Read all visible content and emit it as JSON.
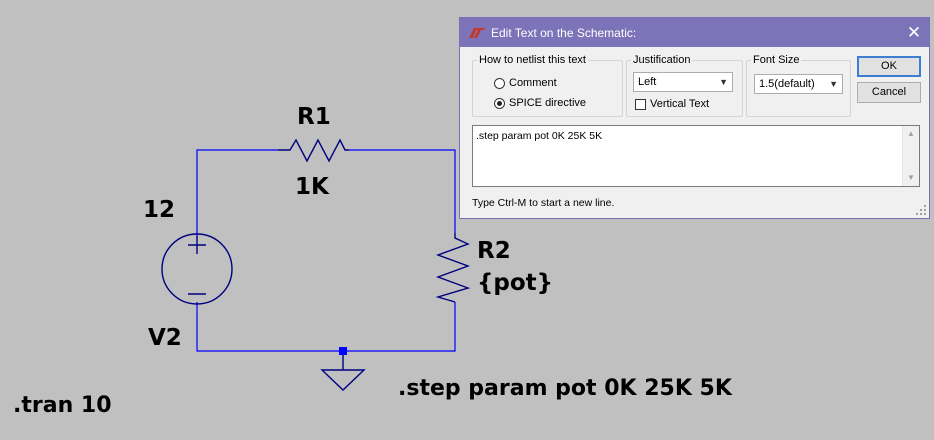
{
  "schematic": {
    "r1_name": "R1",
    "r1_value": "1K",
    "r2_name": "R2",
    "r2_value": "{pot}",
    "source_voltage": "12",
    "source_name": "V2",
    "tran_directive": ".tran 10",
    "step_directive": ".step param pot 0K 25K 5K",
    "wire_color": "#0000ff",
    "component_color": "#000080"
  },
  "dialog": {
    "title": "Edit Text on the Schematic:",
    "icon": "ltspice-logo-icon",
    "close_icon": "close-icon",
    "netlist_group": {
      "legend": "How to netlist this text",
      "options": [
        {
          "label": "Comment",
          "checked": false
        },
        {
          "label": "SPICE directive",
          "checked": true
        }
      ]
    },
    "justification": {
      "legend": "Justification",
      "selected": "Left",
      "vertical_text_label": "Vertical Text",
      "vertical_text_checked": false
    },
    "font_size": {
      "legend": "Font Size",
      "selected": "1.5(default)"
    },
    "ok_label": "OK",
    "cancel_label": "Cancel",
    "text_value": ".step param pot 0K 25K 5K",
    "hint": "Type Ctrl-M to start a new line."
  }
}
